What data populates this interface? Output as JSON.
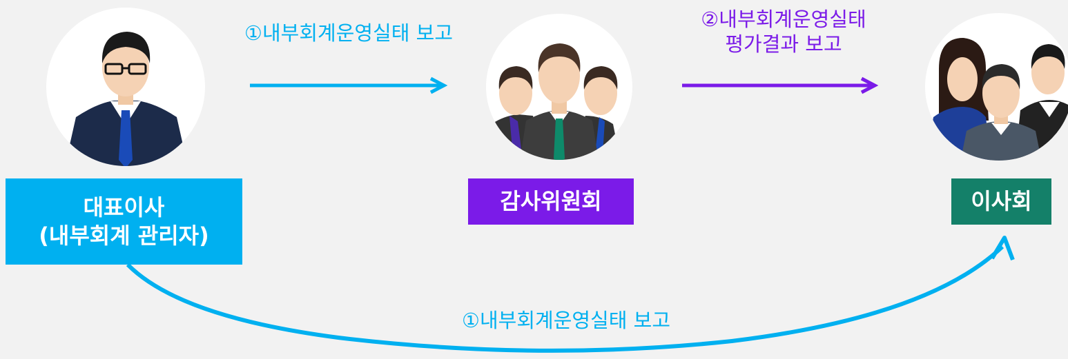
{
  "nodes": {
    "ceo": {
      "line1": "대표이사",
      "line2": "(내부회계 관리자)",
      "color": "#00b0f0"
    },
    "audit_committee": {
      "label": "감사위원회",
      "color": "#7b1be8"
    },
    "board": {
      "label": "이사회",
      "color": "#148069"
    }
  },
  "edges": {
    "ceo_to_audit": {
      "label": "①내부회계운영실태 보고",
      "color": "#00b0f0"
    },
    "audit_to_board": {
      "line1": "②내부회계운영실태",
      "line2": "평가결과 보고",
      "color": "#7b1be8"
    },
    "ceo_to_board": {
      "label": "①내부회계운영실태 보고",
      "color": "#00b0f0"
    }
  }
}
